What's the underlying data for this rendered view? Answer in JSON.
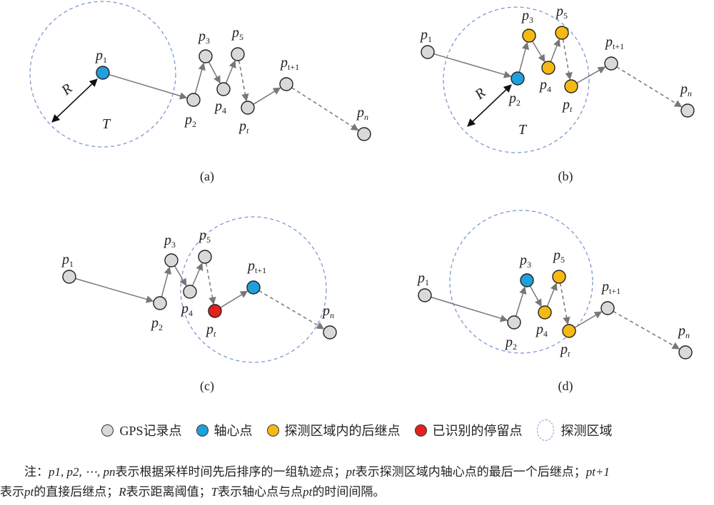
{
  "colors": {
    "gps": "#d9d9d9",
    "pivot": "#1fa0dc",
    "successor": "#f5b914",
    "stop": "#e3221c",
    "region": "#7d97cf",
    "arrow": "#777777"
  },
  "point_labels": [
    "p1",
    "p2",
    "p3",
    "p4",
    "p5",
    "pt",
    "pt+1",
    "pn"
  ],
  "panels": [
    {
      "caption": "(a)",
      "roles": [
        "pivot",
        "gps",
        "gps",
        "gps",
        "gps",
        "gps",
        "gps",
        "gps"
      ],
      "R": "R",
      "T": "T"
    },
    {
      "caption": "(b)",
      "roles": [
        "gps",
        "pivot",
        "successor",
        "successor",
        "successor",
        "successor",
        "gps",
        "gps"
      ],
      "R": "R",
      "T": "T"
    },
    {
      "caption": "(c)",
      "roles": [
        "gps",
        "gps",
        "gps",
        "gps",
        "gps",
        "stop",
        "pivot",
        "gps"
      ]
    },
    {
      "caption": "(d)",
      "roles": [
        "gps",
        "gps",
        "pivot",
        "successor",
        "successor",
        "successor",
        "gps",
        "gps"
      ]
    }
  ],
  "legend": [
    {
      "role": "gps",
      "label": "GPS记录点"
    },
    {
      "role": "pivot",
      "label": "轴心点"
    },
    {
      "role": "successor",
      "label": "探测区域内的后继点"
    },
    {
      "role": "stop",
      "label": "已识别的停留点"
    },
    {
      "role": "region",
      "label": "探测区域"
    }
  ],
  "note": {
    "prefix": "注：",
    "seq": "p1, p2, ⋯, pn",
    "t1": "表示根据采样时间先后排序的一组轨迹点；",
    "pt": "pt",
    "t2": "表示探测区域内轴心点的最后一个后继点；",
    "pt1": "pt+1",
    "t3": "表示",
    "pt_b": "pt",
    "t4": "的直接后继点；",
    "R": "R",
    "t5": "表示距离阈值；",
    "T": "T",
    "t6": "表示轴心点与点",
    "pt_c": "pt",
    "t7": "的时间间隔。"
  }
}
